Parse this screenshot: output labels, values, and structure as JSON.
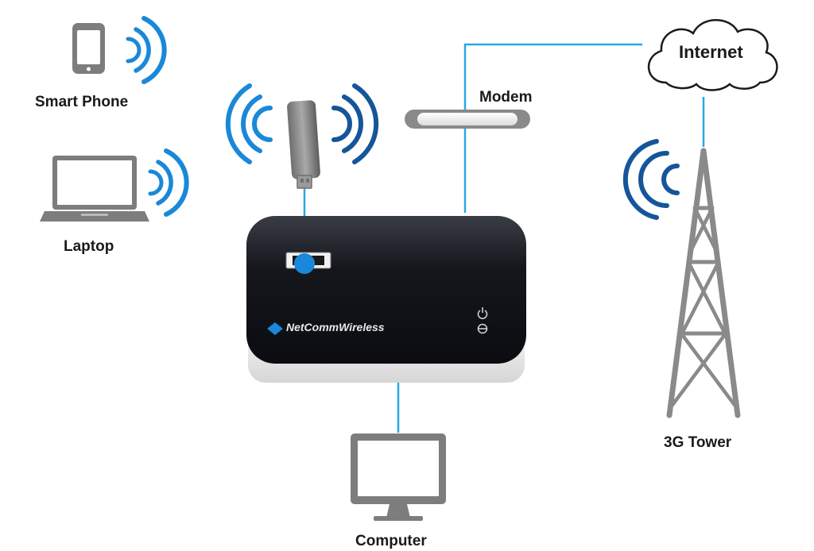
{
  "labels": {
    "smart_phone": "Smart Phone",
    "laptop": "Laptop",
    "modem": "Modem",
    "internet": "Internet",
    "tower": "3G Tower",
    "computer": "Computer"
  },
  "router": {
    "brand": "NetCommWireless"
  },
  "colors": {
    "wifi_blue": "#1a88d8",
    "wifi_dark_blue": "#15559a",
    "connection_line": "#2aa6e6",
    "device_gray": "#7d7d7d",
    "router_body": "#14161c"
  }
}
